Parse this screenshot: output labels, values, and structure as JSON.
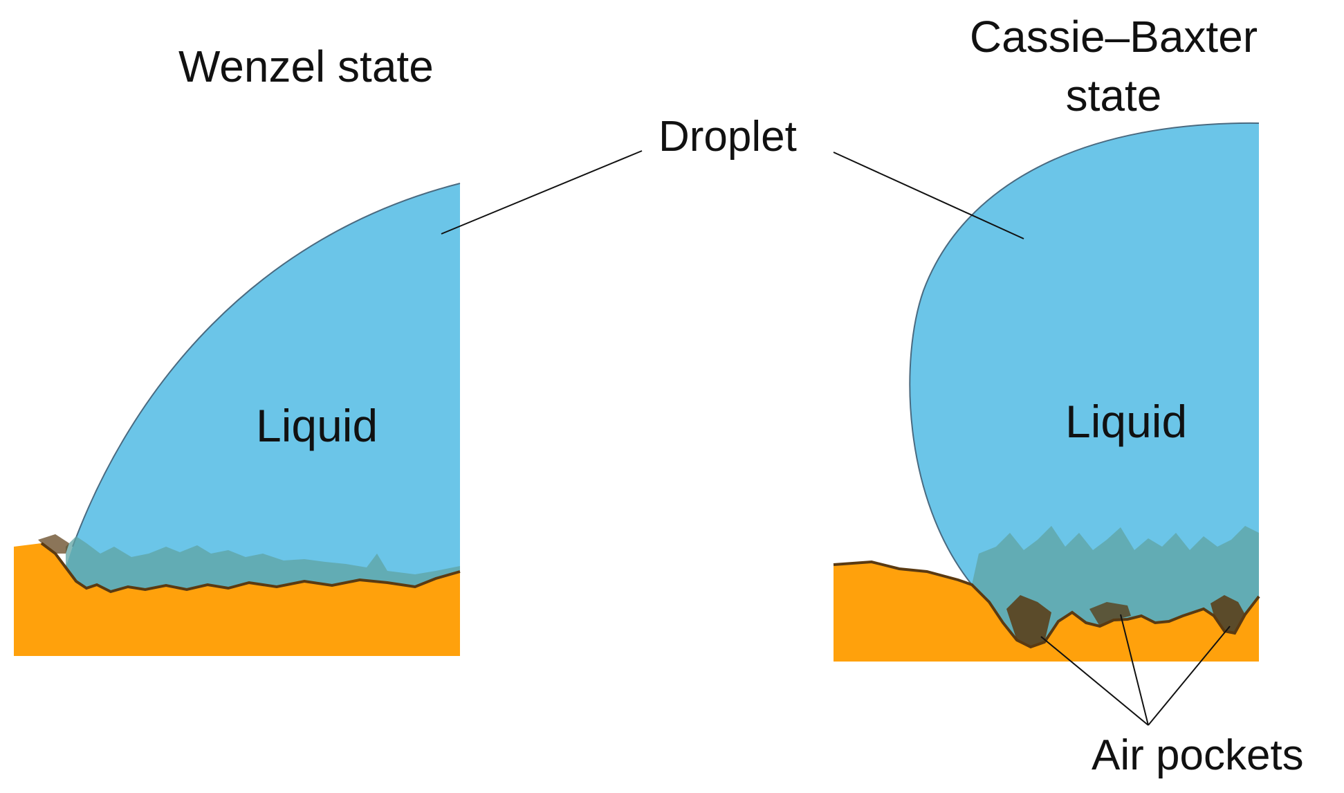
{
  "labels": {
    "wenzel_title": "Wenzel state",
    "cassie_title_line1": "Cassie–Baxter",
    "cassie_title_line2": "state",
    "droplet": "Droplet",
    "liquid_left": "Liquid",
    "liquid_right": "Liquid",
    "air_pockets": "Air pockets"
  },
  "colors": {
    "liquid": "#6bc5e8",
    "liquid_outline": "#4a6a80",
    "substrate": "#ffa10c",
    "substrate_shadow": "#5a3a12",
    "roughness_tint": "#5fa3a3",
    "leader_line": "#111111"
  }
}
